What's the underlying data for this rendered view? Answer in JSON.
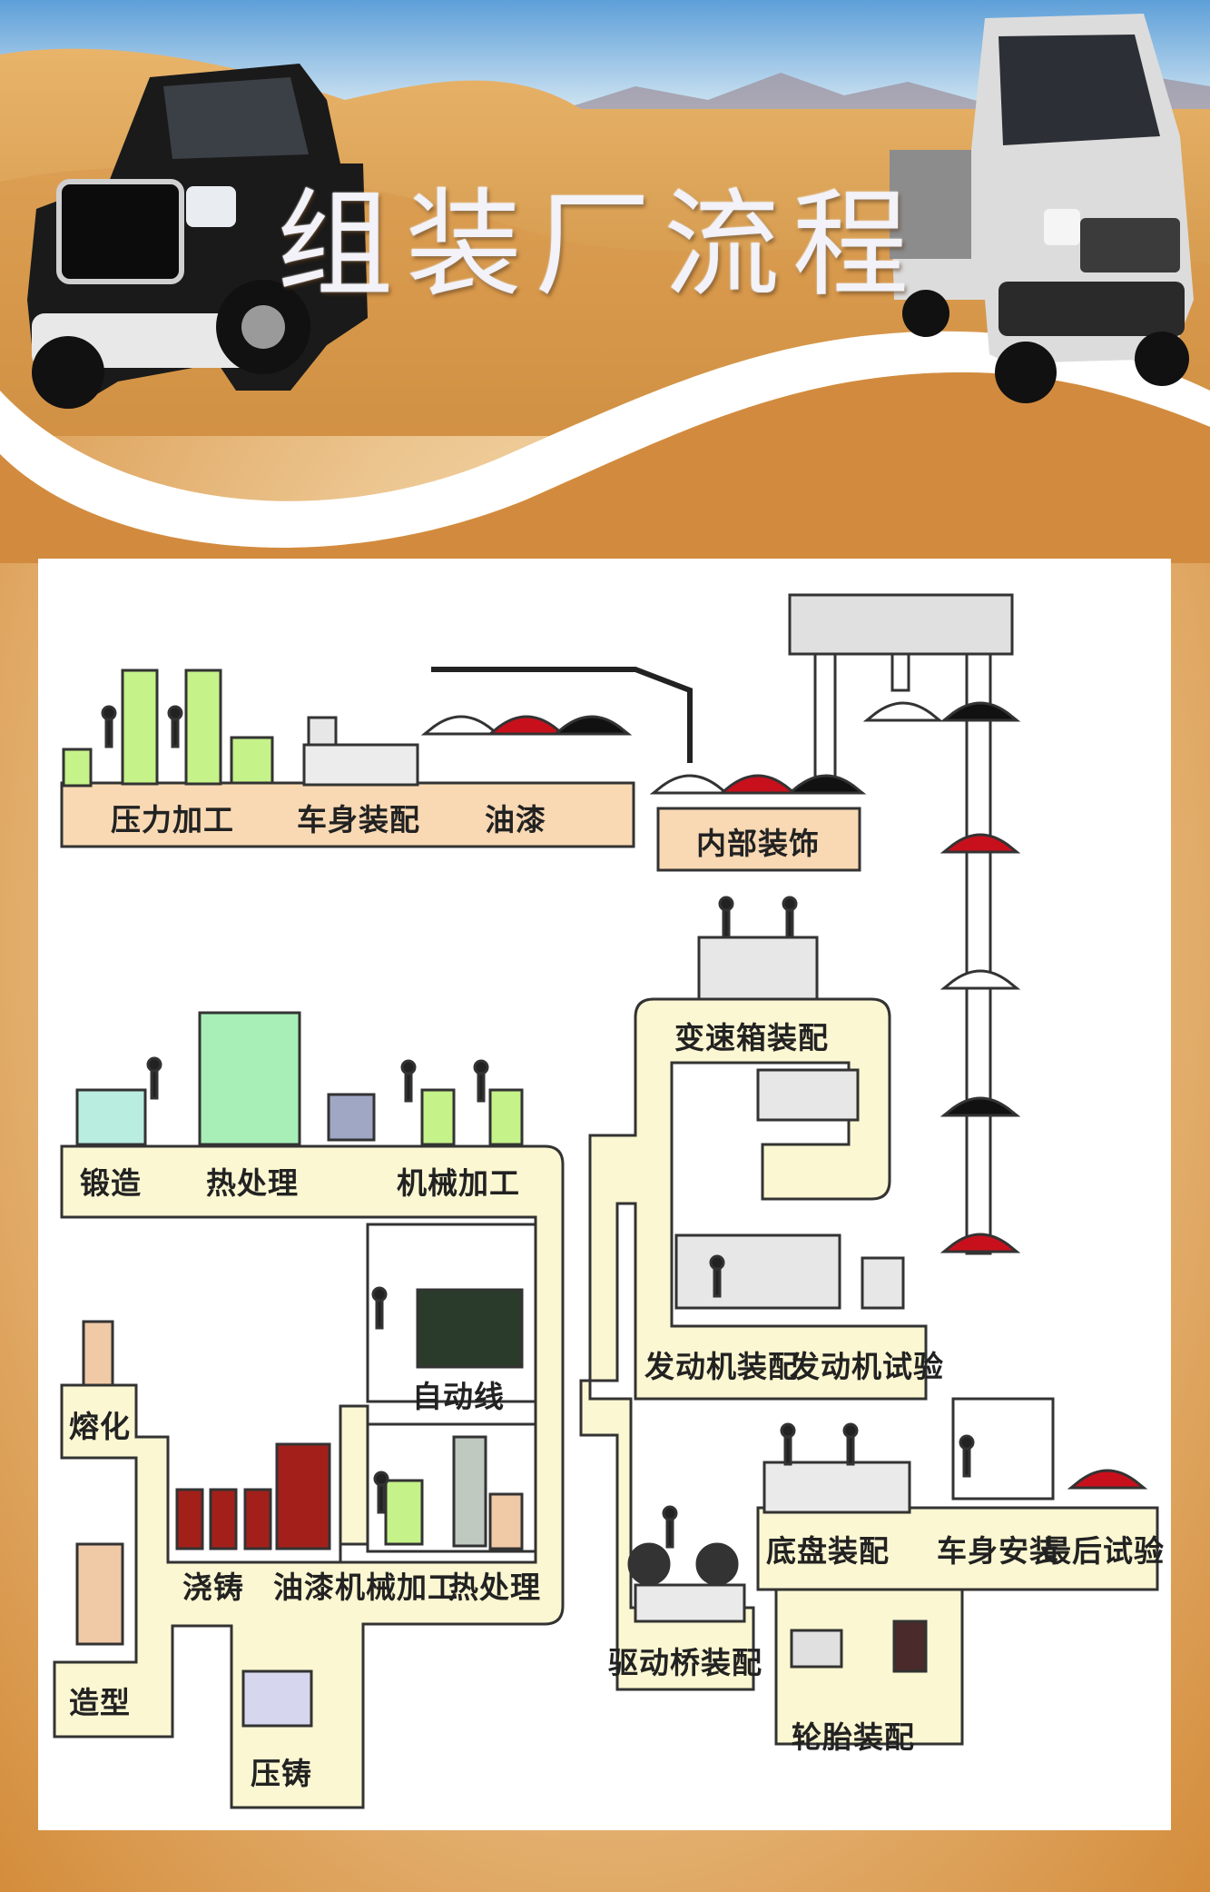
{
  "title": "组装厂流程",
  "stations": {
    "press": "压力加工",
    "body_assembly": "车身装配",
    "paint_top": "油漆",
    "interior": "内部装饰",
    "gearbox": "变速箱装配",
    "forging": "锻造",
    "heat_treat": "热处理",
    "machining": "机械加工",
    "auto_line": "自动线",
    "melting": "熔化",
    "casting": "浇铸",
    "paint_bottom": "油漆",
    "machining_2": "机械加工",
    "heat_treat_2": "热处理",
    "molding": "造型",
    "die_casting": "压铸",
    "engine_assembly": "发动机装配",
    "engine_test": "发动机试验",
    "chassis": "底盘装配",
    "body_mount": "车身安装",
    "final_test": "最后试验",
    "drive_axle": "驱动桥装配",
    "tire": "轮胎装配"
  },
  "colors": {
    "belt_fill": "#fbf7d2",
    "belt_stroke": "#333333",
    "bar_fill": "#f8d9b4",
    "machine_green": "#c6f28a",
    "car_red": "#c8101c",
    "car_black": "#111111",
    "sand": "#d99a4a",
    "sky": "#7fb7e6"
  },
  "icons": [
    "pickup-truck-icon",
    "mini-truck-icon",
    "worker-icon",
    "car-icon",
    "machine-icon"
  ]
}
